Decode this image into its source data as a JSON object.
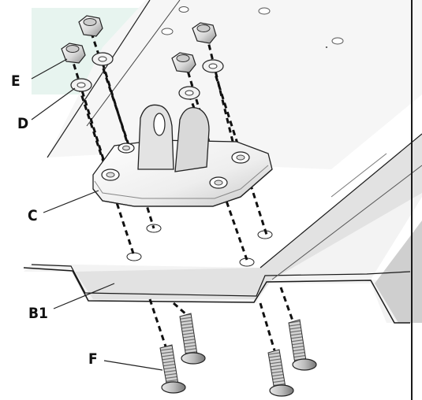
{
  "diagram": {
    "callouts": {
      "E": "E",
      "D": "D",
      "C": "C",
      "B1": "B1",
      "F": "F"
    },
    "colors": {
      "plate_fill": "#f4f4f4",
      "plate_shadow": "#d6d6d6",
      "hatch_tint": "#e7f4ef",
      "line": "#1a1a1a",
      "dashed_axis": "#111111",
      "screw_thread": "#9a9a9a"
    },
    "parts": [
      "locknut",
      "washer",
      "clevis-bracket",
      "base-plate",
      "countersunk-screw"
    ]
  }
}
